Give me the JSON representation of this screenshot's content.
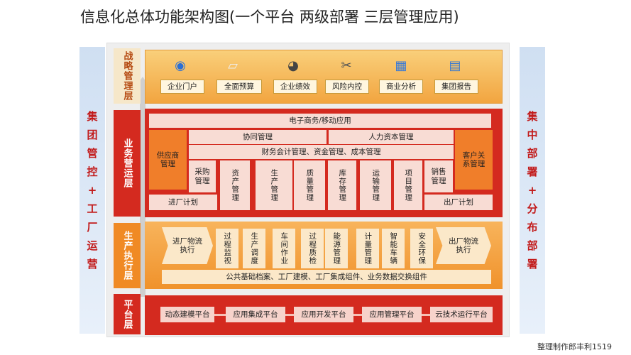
{
  "title": "信息化总体功能架构图(一个平台 两级部署 三层管理应用)",
  "credit": "整理制作郎丰利1519",
  "left_side": [
    "集",
    "团",
    "管",
    "控",
    "+",
    "工",
    "厂",
    "运",
    "营"
  ],
  "right_side": [
    "集",
    "中",
    "部",
    "署",
    "+",
    "分",
    "布",
    "部",
    "署"
  ],
  "layers": {
    "strategy": "战略管理层",
    "business": "业务营运层",
    "production": "生产执行层",
    "platform": "平台层"
  },
  "strategy_items": [
    "企业门户",
    "全面预算",
    "企业绩效",
    "风险内控",
    "商业分析",
    "集团报告"
  ],
  "strategy_icons": [
    "globe-icon",
    "paper-icon",
    "chart-icon",
    "tool-icon",
    "analysis-icon",
    "report-icon"
  ],
  "business": {
    "ecommerce": "电子商务/移动应用",
    "collab": "协同管理",
    "hr": "人力资本管理",
    "finance": "财务会计管理、资金管理、成本管理",
    "supply": "供应商管理",
    "customer": "客户关系管理",
    "modules": [
      "采购管理",
      "资产管理",
      "生产管理",
      "质量管理",
      "库存管理",
      "运输管理",
      "项目管理",
      "销售管理"
    ],
    "inbound": "进厂计划",
    "outbound": "出厂计划"
  },
  "production": {
    "inbound": "进厂物流执行",
    "outbound": "出厂物流执行",
    "modules": [
      "过程监视",
      "生产调度",
      "车间作业",
      "过程质检",
      "能源管理",
      "计量管理",
      "智能车辆",
      "安全环保"
    ],
    "base": "公共基础档案、工厂建模、工厂集成组件、业务数据交换组件"
  },
  "platform_items": [
    "动态建模平台",
    "应用集成平台",
    "应用开发平台",
    "应用管理平台",
    "云技术运行平台"
  ],
  "colors": {
    "red": "#d42a1f",
    "orange": "#f08a24",
    "accent": "#c21a1a"
  }
}
